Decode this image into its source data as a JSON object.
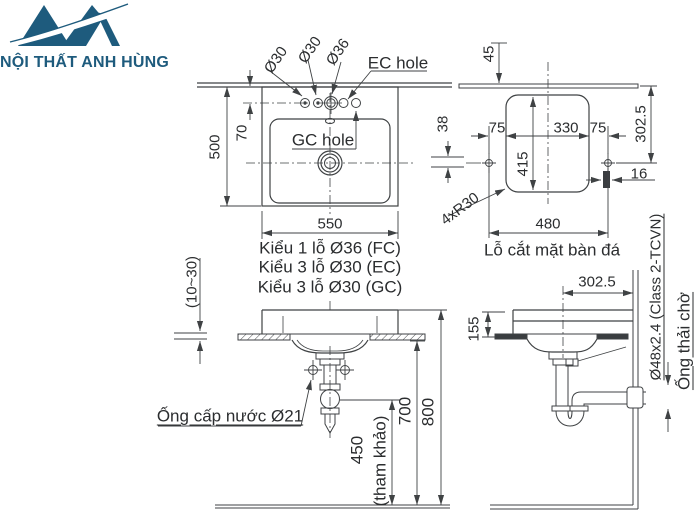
{
  "brand": {
    "name": "NỘI THẤT ANH HÙNG"
  },
  "top_view": {
    "holes": {
      "d1": "Ø30",
      "d2": "Ø30",
      "d3": "Ø36",
      "ec": "EC hole",
      "gc": "GC hole"
    },
    "dims": {
      "height": "500",
      "hole_offset": "70",
      "width": "550"
    },
    "variants": [
      "Kiểu 1 lỗ Ø36 (FC)",
      "Kiểu 3 lỗ Ø30 (EC)",
      "Kiểu 3 lỗ Ø30 (GC)"
    ]
  },
  "cutout_view": {
    "caption": "Lỗ cắt mặt bàn đá",
    "dims": {
      "front_edge": "45",
      "supply_pipe": "38",
      "left_margin": "75",
      "cut_width": "330",
      "right_margin": "75",
      "cut_depth": "415",
      "back_offset": "302.5",
      "bar_width": "16",
      "total_width": "480",
      "corner_radius": "4xR30"
    }
  },
  "front_view": {
    "counter_thickness": "(10~30)",
    "supply_label": "Ống cấp nước Ø21",
    "dims": {
      "valve_height": "450",
      "valve_note": "(tham khảo)",
      "counter_height": "700",
      "rim_height": "800"
    }
  },
  "side_view": {
    "dims": {
      "drain_offset": "302.5",
      "rim_above_counter": "155"
    },
    "waste_spec": "Ø48x2.4 (Class 2-TCVN)",
    "waste_label": "Ống thải chờ"
  }
}
